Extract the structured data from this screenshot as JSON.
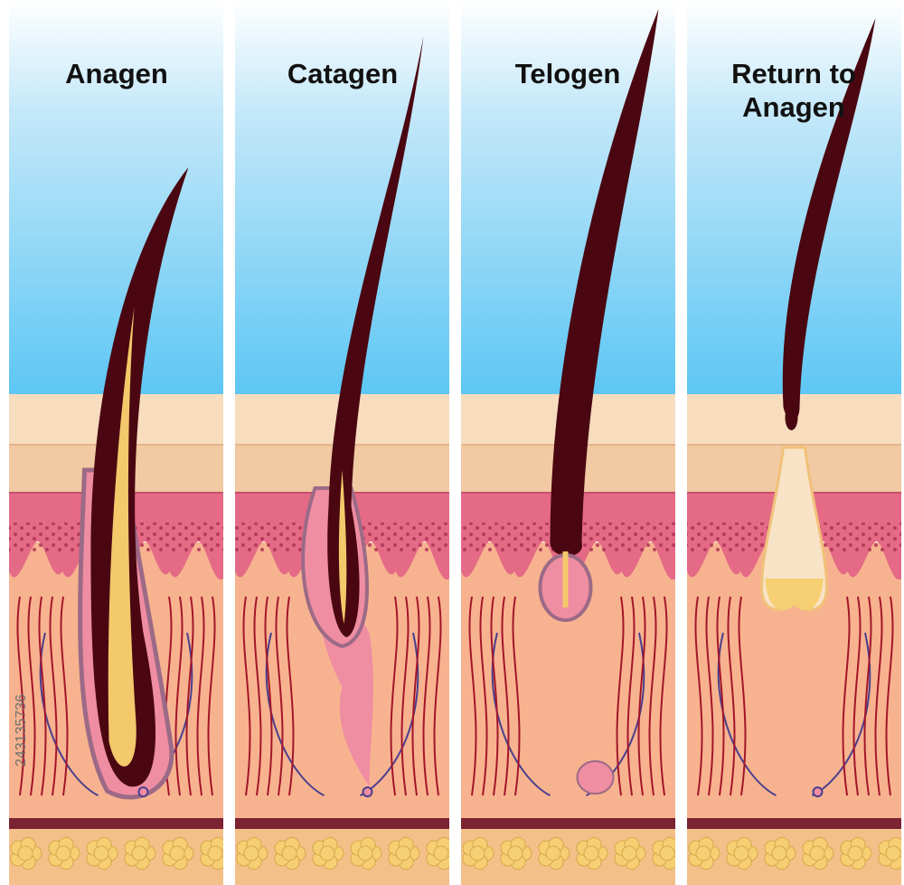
{
  "panels": [
    {
      "id": "anagen",
      "title_lines": [
        "Anagen"
      ]
    },
    {
      "id": "catagen",
      "title_lines": [
        "Catagen"
      ]
    },
    {
      "id": "telogen",
      "title_lines": [
        "Telogen"
      ]
    },
    {
      "id": "return",
      "title_lines": [
        "Return to",
        "Anagen"
      ]
    }
  ],
  "stock_id": "243135736",
  "colors": {
    "sky_top": "#ffffff",
    "sky_bottom": "#5cc6f4",
    "epidermis_light": "#f7dcbd",
    "epidermis": "#f1c9a2",
    "dermis_pink": "#e46a86",
    "dermis_dots": "#ad3553",
    "tissue": "#f7b38f",
    "hair": "#4a0711",
    "hair_core": "#f3c96b",
    "bulb_pink": "#ef8da2",
    "follicle_edge": "#9c6a86",
    "vein": "#4b3f8e",
    "artery": "#a3152b",
    "fat": "#f6cf72",
    "fat_band": "#7b2233"
  }
}
